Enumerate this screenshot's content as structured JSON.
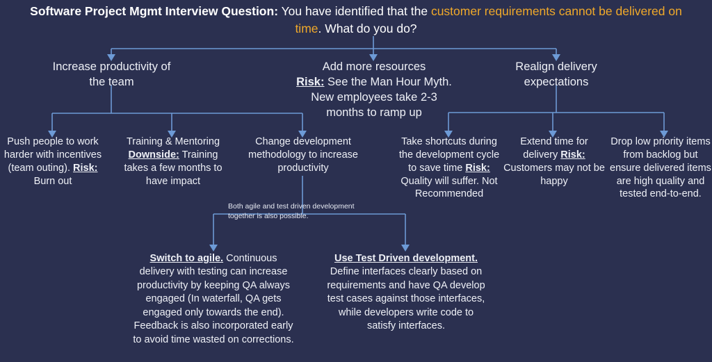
{
  "theme": {
    "background": "#2b3050",
    "text": "#eef0f6",
    "accent": "#f0a92a",
    "connector": "#6d9ad6"
  },
  "header": {
    "lead": "Software Project Mgmt Interview Question:",
    "body_before": " You have identified that the ",
    "accent_text": "customer requirements cannot be delivered on time",
    "body_after": ". What do you do?"
  },
  "nodes": {
    "increase_productivity": {
      "line1": "Increase productivity of",
      "line2": "the team"
    },
    "add_resources": {
      "line1": "Add more resources",
      "label": "Risk:",
      "body": " See the Man Hour Myth. New employees take 2-3 months to ramp up"
    },
    "realign_expectations": {
      "line1": "Realign delivery",
      "line2": "expectations"
    },
    "push_people": {
      "body_before": "Push people to work harder with incentives (team outing). ",
      "label": "Risk:",
      "body_after": " Burn out"
    },
    "training_mentoring": {
      "line1": "Training  & Mentoring",
      "label": "Downside:",
      "body": " Training takes a few months to have impact"
    },
    "change_methodology": {
      "body": "Change development methodology to increase productivity"
    },
    "take_shortcuts": {
      "body_before": "Take shortcuts during the development cycle to save time ",
      "label": "Risk:",
      "body_after": " Quality will suffer. Not Recommended"
    },
    "extend_time": {
      "body_before": "Extend time for delivery ",
      "label": "Risk:",
      "body_after": " Customers may not be happy"
    },
    "drop_low_priority": {
      "body": "Drop low priority items from backlog but ensure delivered items are high quality and tested end-to-end."
    },
    "switch_to_agile": {
      "label": "Switch to agile.",
      "body": " Continuous delivery with testing can increase productivity by keeping QA always engaged (In waterfall, QA gets engaged only towards the end). Feedback is also incorporated early to avoid time wasted on corrections."
    },
    "test_driven": {
      "label": "Use Test Driven development.",
      "body": " Define interfaces clearly based on requirements and have QA develop test cases against those interfaces, while developers write code to satisfy interfaces."
    }
  },
  "annotation": {
    "line1": "Both agile and test driven development",
    "line2": "together is also possible."
  }
}
